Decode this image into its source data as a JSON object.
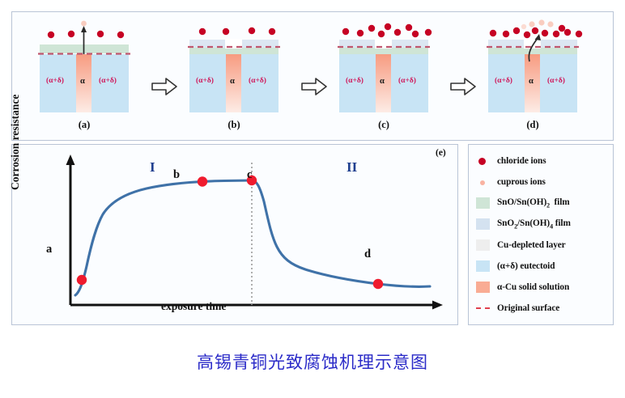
{
  "caption": "高锡青铜光致腐蚀机理示意图",
  "panels": {
    "separator_icon": "right-arrow-icon",
    "items": [
      {
        "id": "a",
        "label": "(a)",
        "alpha_label": "α",
        "left_label": "(α+δ)",
        "right_label": "(α+δ)",
        "chloride_count": 4,
        "cuprous_count": 1,
        "has_straight_arrow": true,
        "has_curved_arrow": false,
        "notch": false
      },
      {
        "id": "b",
        "label": "(b)",
        "alpha_label": "α",
        "left_label": "(α+δ)",
        "right_label": "(α+δ)",
        "chloride_count": 4,
        "cuprous_count": 0,
        "has_straight_arrow": false,
        "has_curved_arrow": false,
        "notch": true
      },
      {
        "id": "c",
        "label": "(c)",
        "alpha_label": "α",
        "left_label": "(α+δ)",
        "right_label": "(α+δ)",
        "chloride_count": 9,
        "cuprous_count": 0,
        "has_straight_arrow": false,
        "has_curved_arrow": false,
        "notch": true
      },
      {
        "id": "d",
        "label": "(d)",
        "alpha_label": "α",
        "left_label": "(α+δ)",
        "right_label": "(α+δ)",
        "chloride_count": 10,
        "cuprous_count": 4,
        "has_straight_arrow": false,
        "has_curved_arrow": true,
        "notch": true
      }
    ]
  },
  "chart_data": {
    "type": "line",
    "title": "",
    "xlabel": "exposure time",
    "ylabel": "Corrosion resistance",
    "panel_label": "(e)",
    "axes": {
      "arrows": true,
      "ticks": false,
      "grid": false
    },
    "zones": [
      {
        "name": "I",
        "label": "I"
      },
      {
        "name": "II",
        "label": "II"
      }
    ],
    "divider": {
      "style": "dotted",
      "at_point": "c"
    },
    "x": [
      0.0,
      0.04,
      0.08,
      0.12,
      0.16,
      0.22,
      0.3,
      0.4,
      0.5,
      0.56,
      0.56,
      0.6,
      0.63,
      0.66,
      0.7,
      0.76,
      0.84,
      0.92,
      1.0
    ],
    "y": [
      0.08,
      0.12,
      0.36,
      0.58,
      0.7,
      0.8,
      0.85,
      0.87,
      0.875,
      0.88,
      0.88,
      0.72,
      0.45,
      0.3,
      0.25,
      0.21,
      0.17,
      0.155,
      0.16
    ],
    "markers": [
      {
        "label": "a",
        "x": 0.045,
        "y": 0.13,
        "color": "#ef1b2e"
      },
      {
        "label": "b",
        "x": 0.415,
        "y": 0.873,
        "color": "#ef1b2e"
      },
      {
        "label": "c",
        "x": 0.56,
        "y": 0.88,
        "color": "#ef1b2e"
      },
      {
        "label": "d",
        "x": 0.82,
        "y": 0.17,
        "color": "#ef1b2e"
      }
    ],
    "line_color": "#3f72a8",
    "xlim": [
      0,
      1
    ],
    "ylim": [
      0,
      1
    ]
  },
  "legend": {
    "items": [
      {
        "swatch": "dot-large",
        "color": "#c60124",
        "label": "chloride ions"
      },
      {
        "swatch": "dot-small",
        "color": "#f9b3a2",
        "label": "cuprous ions"
      },
      {
        "swatch": "box",
        "color": "#cfe5d6",
        "label": "SnO/Sn(OH)2  film",
        "sub": "2",
        "pre": "SnO/Sn(OH)",
        "post": " film"
      },
      {
        "swatch": "box",
        "color": "#d4e2f0",
        "label": "SnO2/Sn(OH)4 film",
        "sub2": true
      },
      {
        "swatch": "box",
        "color": "#eeeeee",
        "label": "Cu-depleted layer"
      },
      {
        "swatch": "box",
        "color": "#c8e4f5",
        "label": "(α+δ) eutectoid"
      },
      {
        "swatch": "box",
        "color": "#f9ac94",
        "label": "α-Cu solid solution"
      },
      {
        "swatch": "dashed",
        "color": "#e0414f",
        "label": "Original surface"
      }
    ]
  },
  "colors": {
    "chloride": "#c60124",
    "cuprous": "#f9b3a2",
    "sno_film": "#cfe5d6",
    "sno2_film": "#d4e2f0",
    "cu_depleted": "#eeeeee",
    "eutectoid": "#c8e4f5",
    "alpha_cu": "#f9ac94",
    "original_surface": "#d0506a",
    "curve": "#3f72a8",
    "zone_text": "#1f3f8f",
    "caption": "#2b2bc8"
  }
}
